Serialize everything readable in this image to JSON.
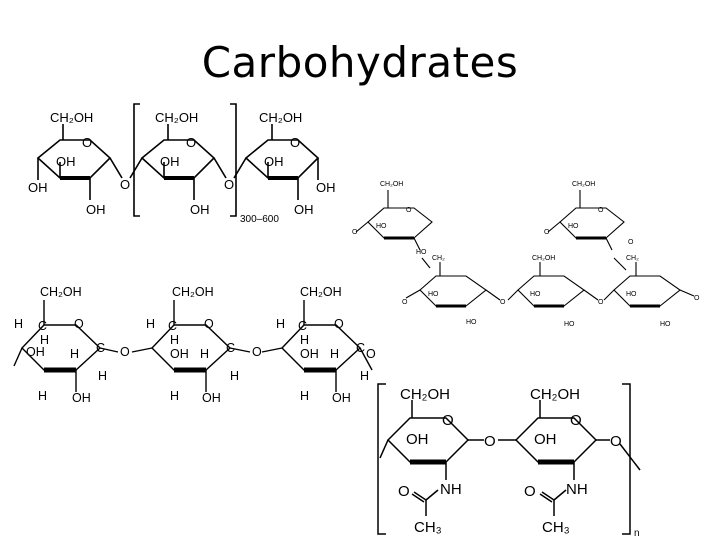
{
  "slide": {
    "title": "Carbohydrates"
  },
  "amylose": {
    "ch2oh": "CH₂OH",
    "oh": "OH",
    "o": "O",
    "repeat": "300–600"
  },
  "glycogen": {
    "ch2oh": "CH₂OH",
    "ho": "HO",
    "ch2": "CH₂",
    "o": "O"
  },
  "cellulose": {
    "ch2oh": "CH₂OH",
    "h": "H",
    "c": "C",
    "oh": "OH",
    "o": "O"
  },
  "chitin": {
    "ch2oh": "CH₂OH",
    "oh": "OH",
    "o": "O",
    "nh": "NH",
    "ch3": "CH₃",
    "n": "n"
  }
}
